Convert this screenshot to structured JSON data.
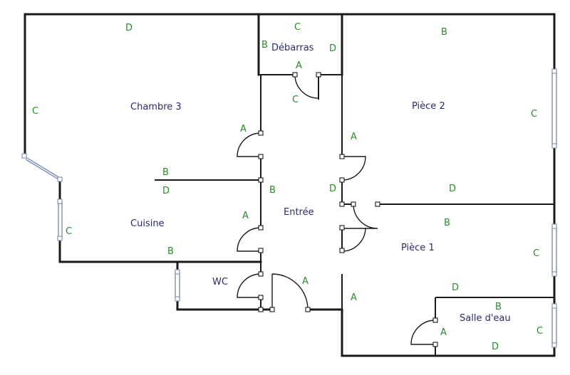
{
  "rooms": {
    "chambre3": "Chambre 3",
    "debarras": "Débarras",
    "piece2": "Pièce 2",
    "entree": "Entrée",
    "cuisine": "Cuisine",
    "wc": "WC",
    "piece1": "Pièce 1",
    "salle_eau": "Salle d'eau"
  },
  "wall_labels": {
    "chambre3_top": "D",
    "chambre3_left": "C",
    "debarras_top": "C",
    "debarras_left": "B",
    "debarras_right": "D",
    "debarras_door": "A",
    "debarras_door_c": "C",
    "piece2_top": "B",
    "piece2_right": "C",
    "piece2_door": "A",
    "chambre3_door": "A",
    "chambre_cuisine_b": "B",
    "chambre_cuisine_d": "D",
    "entree_left": "B",
    "entree_right": "D",
    "piece2_bottom": "D",
    "cuisine_door": "A",
    "cuisine_left": "C",
    "cuisine_bottom": "B",
    "piece1_top": "B",
    "piece1_right": "C",
    "entrance_door": "A",
    "piece1_left": "A",
    "salle_top": "D",
    "salle_b": "B",
    "salle_door": "A",
    "salle_right": "C",
    "salle_bottom": "D"
  },
  "colors": {
    "wall": "#1a1a1a",
    "window": "#7d8fb3",
    "room_text": "#2b2b6a",
    "wall_label": "#2a8a2a"
  }
}
